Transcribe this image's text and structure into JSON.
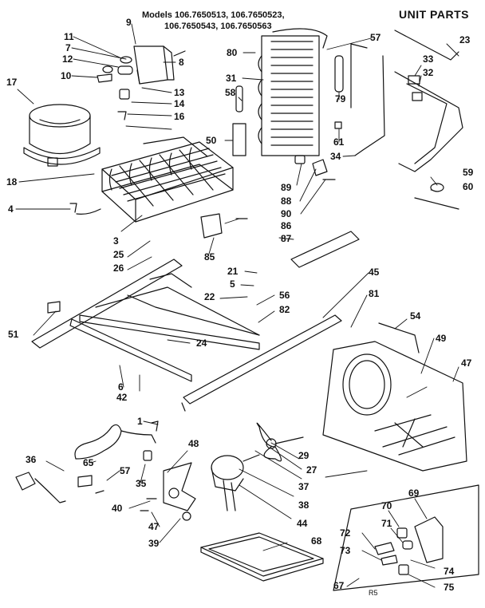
{
  "header": {
    "models_line1": "Models 106.7650513, 106.7650523,",
    "models_line2": "106.7650543, 106.7650563",
    "title": "UNIT PARTS"
  },
  "diagram_code": "R5",
  "callouts": [
    "11",
    "7",
    "12",
    "10",
    "9",
    "8",
    "13",
    "14",
    "16",
    "80",
    "58",
    "31",
    "57",
    "23",
    "33",
    "32",
    "79",
    "61",
    "34",
    "17",
    "18",
    "50",
    "89",
    "88",
    "90",
    "59",
    "60",
    "4",
    "3",
    "25",
    "26",
    "85",
    "86",
    "87",
    "21",
    "5",
    "22",
    "56",
    "82",
    "45",
    "81",
    "51",
    "24",
    "54",
    "49",
    "47",
    "6",
    "42",
    "1",
    "36",
    "65",
    "57",
    "35",
    "48",
    "40",
    "47",
    "39",
    "29",
    "27",
    "37",
    "38",
    "44",
    "68",
    "69",
    "70",
    "71",
    "72",
    "73",
    "74",
    "75",
    "67"
  ],
  "colors": {
    "ink": "#111111",
    "paper": "#ffffff"
  }
}
